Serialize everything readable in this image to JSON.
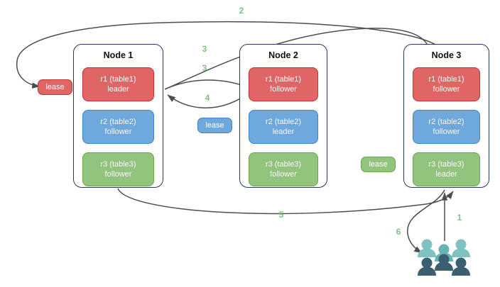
{
  "diagram": {
    "title": "distributed-lease-diagram",
    "colors": {
      "replica_red_fill": "#e06666",
      "replica_red_stroke": "#cc2f2f",
      "replica_blue_fill": "#6fa8dc",
      "replica_blue_stroke": "#3d85c6",
      "replica_green_fill": "#93c47d",
      "replica_green_stroke": "#6aa84f",
      "node_border": "#28375c",
      "arrow": "#4d4d4d",
      "step_label": "#82c182",
      "users_light": "#7fc2c2",
      "users_dark": "#3a5f70"
    }
  },
  "nodes": [
    {
      "title": "Node 1",
      "replicas": [
        {
          "name": "r1 (table1)",
          "role": "leader",
          "color": "red"
        },
        {
          "name": "r2 (table2)",
          "role": "follower",
          "color": "blue"
        },
        {
          "name": "r3 (table3)",
          "role": "follower",
          "color": "green"
        }
      ]
    },
    {
      "title": "Node 2",
      "replicas": [
        {
          "name": "r1 (table1)",
          "role": "follower",
          "color": "red"
        },
        {
          "name": "r2 (table2)",
          "role": "leader",
          "color": "blue"
        },
        {
          "name": "r3 (table3)",
          "role": "follower",
          "color": "green"
        }
      ]
    },
    {
      "title": "Node 3",
      "replicas": [
        {
          "name": "r1 (table1)",
          "role": "follower",
          "color": "red"
        },
        {
          "name": "r2 (table2)",
          "role": "follower",
          "color": "blue"
        },
        {
          "name": "r3 (table3)",
          "role": "leader",
          "color": "green"
        }
      ]
    }
  ],
  "leases": [
    {
      "label": "lease",
      "color": "red"
    },
    {
      "label": "lease",
      "color": "blue"
    },
    {
      "label": "lease",
      "color": "green"
    }
  ],
  "steps": [
    {
      "label": "1"
    },
    {
      "label": "2"
    },
    {
      "label": "3"
    },
    {
      "label": "3"
    },
    {
      "label": "4"
    },
    {
      "label": "5"
    },
    {
      "label": "6"
    }
  ],
  "actors": {
    "users_label": "users-group-icon"
  }
}
